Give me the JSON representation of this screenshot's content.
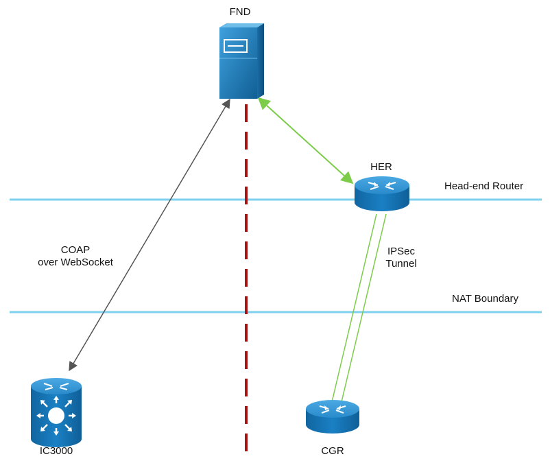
{
  "nodes": {
    "fnd": {
      "label": "FND",
      "icon": "server-icon"
    },
    "her": {
      "label": "HER",
      "icon": "router-icon"
    },
    "cgr": {
      "label": "CGR",
      "icon": "router-icon"
    },
    "ic3000": {
      "label": "IC3000",
      "icon": "layer3-switch-icon"
    }
  },
  "boundaries": {
    "head_end": {
      "label": "Head-end Router"
    },
    "nat": {
      "label": "NAT Boundary"
    }
  },
  "links": {
    "coap": {
      "line1": "COAP",
      "line2": "over WebSocket"
    },
    "ipsec": {
      "line1": "IPSec",
      "line2": "Tunnel"
    }
  },
  "colors": {
    "boundary_line": "#7fd0ee",
    "divider": "#a31515",
    "green_link": "#7ccc4a",
    "gray_link": "#555555",
    "device_blue": "#1a78b5"
  }
}
